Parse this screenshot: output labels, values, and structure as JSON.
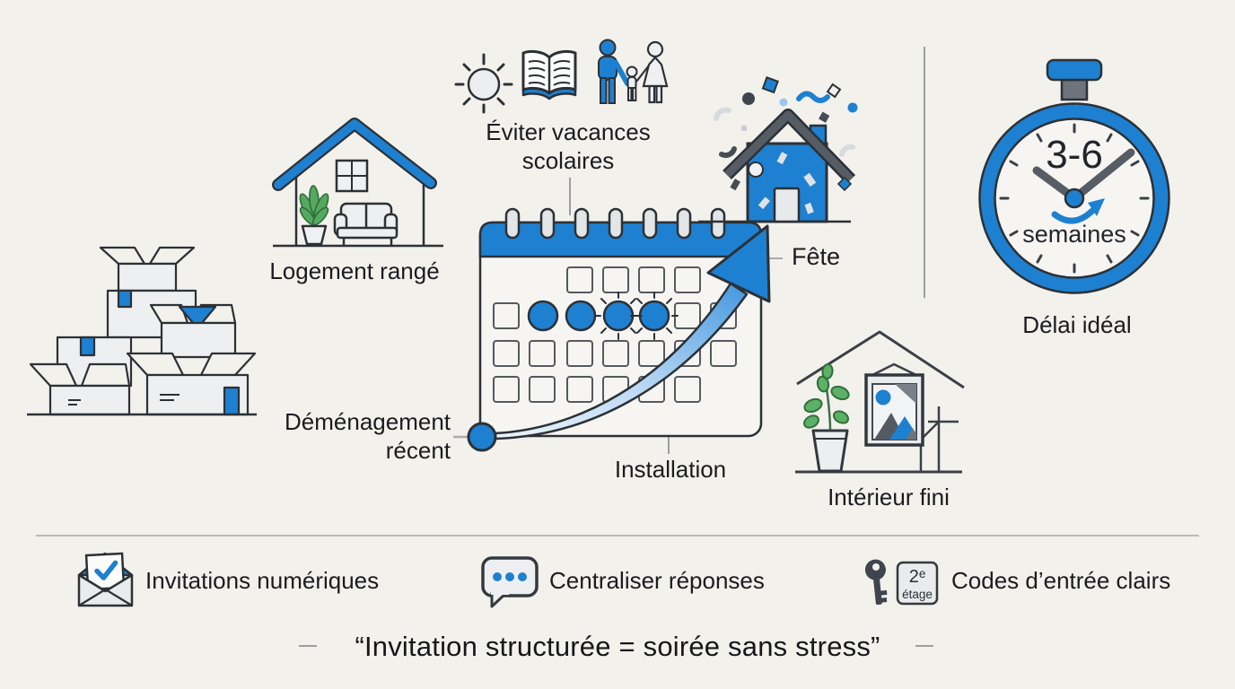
{
  "theme": {
    "bg": "#f3f1ec",
    "blue": "#1e80d0",
    "dark": "#2c3136",
    "gray": "#565c64",
    "light": "#e9ebed",
    "green": "#58ab63",
    "text": "#1a1c20",
    "line": "#b9bcb4"
  },
  "left": {
    "boxes_icon": "moving-boxes-icon",
    "home_label": "Logement rangé"
  },
  "timeline": {
    "note_line1": "Éviter vacances",
    "note_line2": "scolaires",
    "note_icons": [
      "sun-icon",
      "book-icon",
      "family-icon"
    ],
    "start_label_line1": "Déménagement",
    "start_label_line2": "récent",
    "mid_label": "Installation",
    "end_label": "Fête"
  },
  "right": {
    "stopwatch": {
      "value": "3-6",
      "unit": "semaines",
      "label": "Délai idéal"
    },
    "interior_label": "Intérieur fini"
  },
  "checklist": [
    {
      "icon": "envelope-check-icon",
      "label": "Invitations numériques"
    },
    {
      "icon": "chat-dots-icon",
      "label": "Centraliser réponses"
    },
    {
      "icon": "key-icon",
      "label": "Codes d’entrée clairs",
      "badge_top": "2ᵉ",
      "badge_bottom": "étage"
    }
  ],
  "quote": "“Invitation structurée = soirée sans stress”"
}
